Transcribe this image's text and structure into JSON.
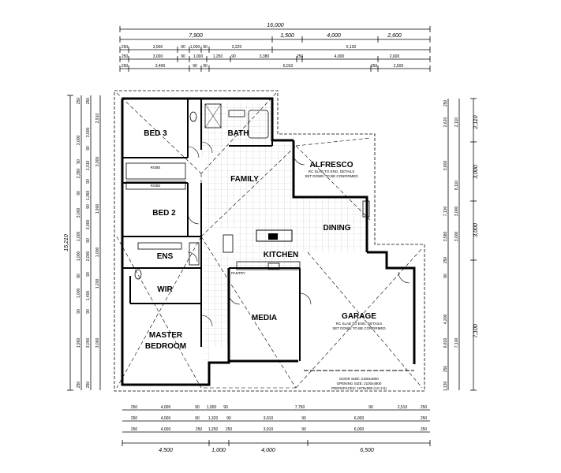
{
  "rooms": {
    "bed3": "BED 3",
    "bath": "BATH",
    "alfresco": "ALFRESCO",
    "family": "FAMILY",
    "bed2": "BED 2",
    "dining": "DINING",
    "ens": "ENS",
    "kitchen": "KITCHEN",
    "wir": "WIR",
    "media": "MEDIA",
    "garage": "GARAGE",
    "master1": "MASTER",
    "master2": "BEDROOM"
  },
  "labels": {
    "robe1": "ROBE",
    "robe2": "ROBE",
    "pantry": "PANTRY",
    "alfresco_note1": "RC SLAB TO ENG. DETAILS",
    "alfresco_note2": "SET DOWN TO BE CONFIRMED",
    "garage_note1": "RC SLAB TO ENG. DETAILS",
    "garage_note2": "SET DOWN TO BE CONFIRMED",
    "door1": "DOOR SIZE: 2100x4800",
    "door2": "OPENING SIZE: 2100x4800",
    "door3": "PIERS/PACES: 1075x980 (AS 2.5)"
  },
  "top_dims": {
    "overall": "16,000",
    "row1": [
      "7,900",
      "1,500",
      "4,000",
      "2,600"
    ],
    "row2": [
      "250",
      "3,000",
      "90",
      "1,000",
      "90",
      "3,220",
      "6,130"
    ],
    "row3": [
      "250",
      "3,000",
      "90",
      "1,000",
      "1,250",
      "90",
      "3,380",
      "250",
      "4,000",
      "2,600"
    ],
    "row4": [
      "250",
      "3,400",
      "90",
      "90",
      "6,010",
      "250",
      "2,500"
    ]
  },
  "bottom_dims": {
    "row1": [
      "250",
      "4,000",
      "90",
      "1,000",
      "90",
      "7,750",
      "90",
      "2,510",
      "250"
    ],
    "row2": [
      "250",
      "4,000",
      "90",
      "1,320",
      "90",
      "3,910",
      "90",
      "6,000",
      "250"
    ],
    "row3": [
      "250",
      "4,000",
      "250",
      "1,250",
      "250",
      "3,910",
      "90",
      "6,000",
      "250"
    ],
    "overall": [
      "4,500",
      "1,000",
      "4,000",
      "6,500"
    ]
  },
  "left_dims": {
    "overall": "15,210",
    "col1": [
      "250",
      "3,000",
      "90",
      "2,380",
      "90",
      "3,000",
      "1,000",
      "1,000",
      "90",
      "1,000",
      "90",
      "1,960",
      "250"
    ],
    "col2": [
      "250",
      "3,000",
      "90",
      "1,010",
      "90",
      "1,350",
      "90",
      "3,000",
      "90",
      "2,000",
      "90",
      "1,400",
      "90",
      "3,000",
      "250"
    ],
    "col3": [
      "2,910",
      "3,000",
      "1,900",
      "1,000",
      "1,200",
      "3,000"
    ]
  },
  "right_dims": {
    "col1": [
      "250",
      "2,620",
      "3,800",
      "7,130",
      "3,580",
      "250",
      "90",
      "4,200",
      "6,820",
      "250",
      "1,130"
    ],
    "col2": [
      "2,110",
      "8,110",
      "3,000",
      "3,000",
      "7,100"
    ],
    "col3": [
      "2,110",
      "3,000",
      "3,000",
      "7,100"
    ]
  }
}
